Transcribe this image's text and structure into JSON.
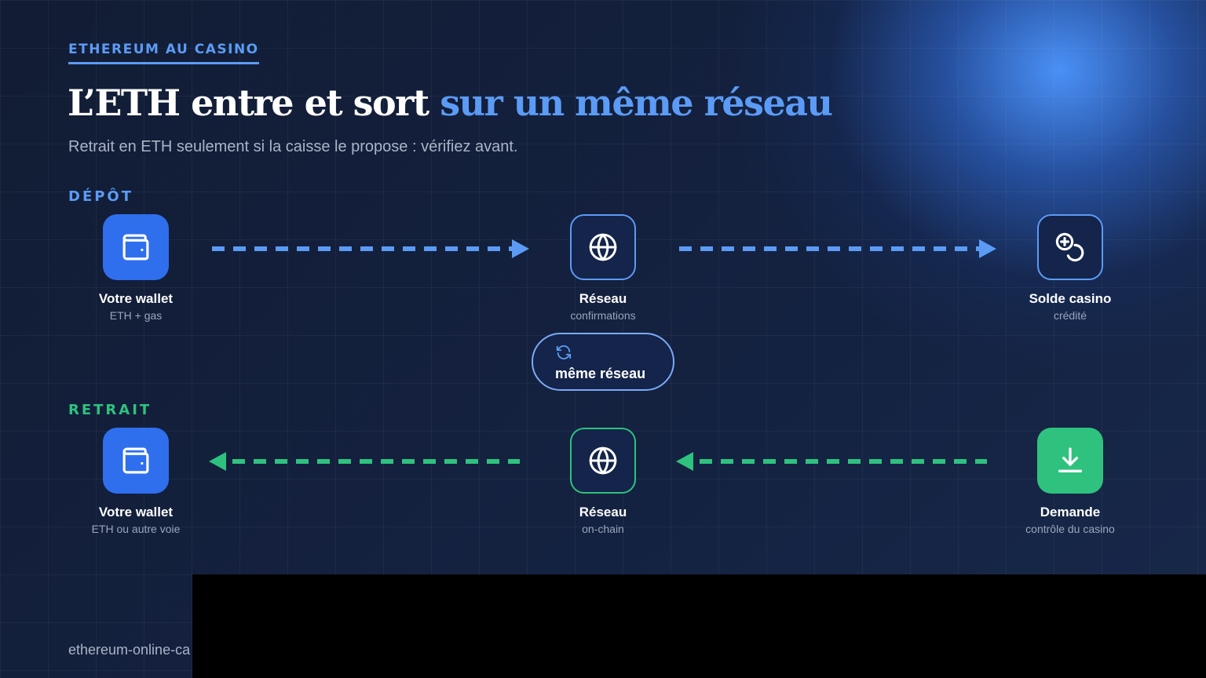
{
  "eyebrow": "ETHEREUM AU CASINO",
  "title": {
    "part1": "L’ETH entre et sort ",
    "part2": "sur un même réseau"
  },
  "subtitle": "Retrait en ETH seulement si la caisse le propose : vérifiez avant.",
  "depot": {
    "label": "DÉPÔT",
    "nodes": [
      {
        "name": "Votre wallet",
        "sub": "ETH + gas",
        "icon": "wallet-icon"
      },
      {
        "name": "Réseau",
        "sub": "confirmations",
        "icon": "globe-icon"
      },
      {
        "name": "Solde casino",
        "sub": "crédité",
        "icon": "coins-icon"
      }
    ]
  },
  "center_badge": {
    "label": "même réseau",
    "icon": "refresh-icon"
  },
  "retrait": {
    "label": "RETRAIT",
    "nodes": [
      {
        "name": "Votre wallet",
        "sub": "ETH ou autre voie",
        "icon": "wallet-icon"
      },
      {
        "name": "Réseau",
        "sub": "on-chain",
        "icon": "globe-icon"
      },
      {
        "name": "Demande",
        "sub": "contrôle du casino",
        "icon": "download-icon"
      }
    ]
  },
  "footer": "ethereum-online-ca",
  "colors": {
    "blue": "#5b9bf5",
    "green": "#2ec27e",
    "accent": "#2f6fed"
  }
}
